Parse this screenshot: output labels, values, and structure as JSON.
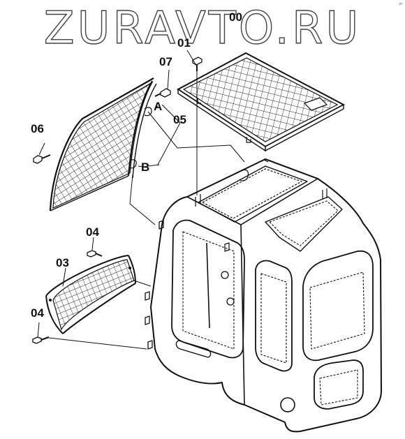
{
  "watermark": "ZURAVTO.RU",
  "corner_mark": "⌐",
  "labels": {
    "l00": "00",
    "l01": "01",
    "l07": "07",
    "lA": "A",
    "l05": "05",
    "l06": "06",
    "lB": "B",
    "l04a": "04",
    "l03": "03",
    "l04b": "04"
  }
}
